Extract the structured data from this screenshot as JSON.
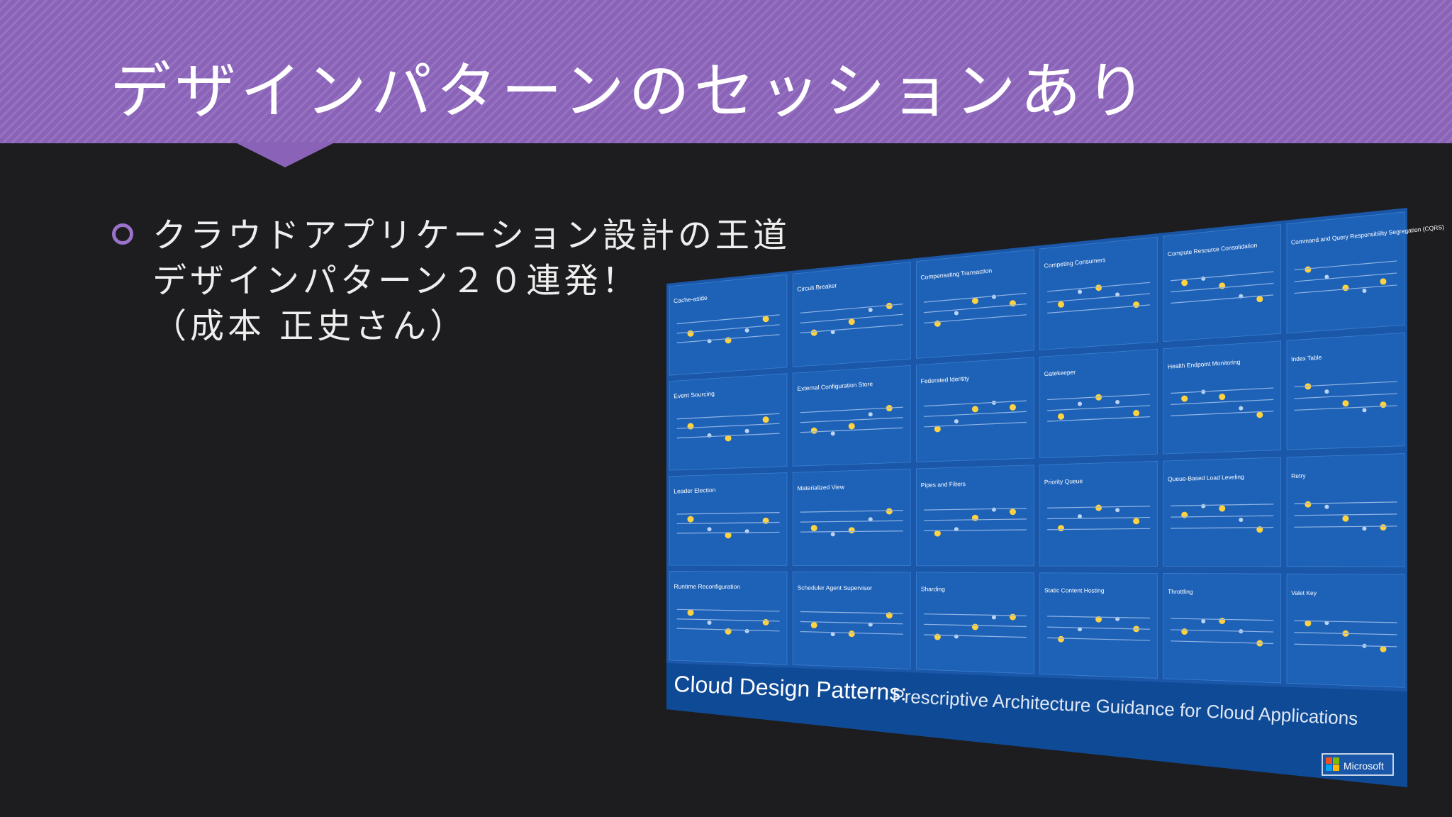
{
  "slide": {
    "title": "デザインパターンのセッションあり",
    "bullet_lines": [
      "クラウドアプリケーション設計の王道",
      "デザインパターン２０連発！",
      "（成本 正史さん）"
    ]
  },
  "poster": {
    "title_main": "Cloud Design Patterns:",
    "title_sub": "Prescriptive Architecture Guidance for Cloud Applications",
    "brand": "Microsoft",
    "patterns": [
      "Cache-aside",
      "Circuit Breaker",
      "Compensating Transaction",
      "Competing Consumers",
      "Compute Resource Consolidation",
      "Command and Query Responsibility Segregation (CQRS)",
      "Event Sourcing",
      "External Configuration Store",
      "Federated Identity",
      "Gatekeeper",
      "Health Endpoint Monitoring",
      "Index Table",
      "Leader Election",
      "Materialized View",
      "Pipes and Filters",
      "Priority Queue",
      "Queue-Based Load Leveling",
      "Retry",
      "Runtime Reconfiguration",
      "Scheduler Agent Supervisor",
      "Sharding",
      "Static Content Hosting",
      "Throttling",
      "Valet Key"
    ]
  },
  "colors": {
    "banner": "#8a63b9",
    "background": "#1d1d1f",
    "bullet_ring": "#9a72c9",
    "poster_bg": "#1a57a8",
    "poster_accent": "#ffd23f"
  }
}
